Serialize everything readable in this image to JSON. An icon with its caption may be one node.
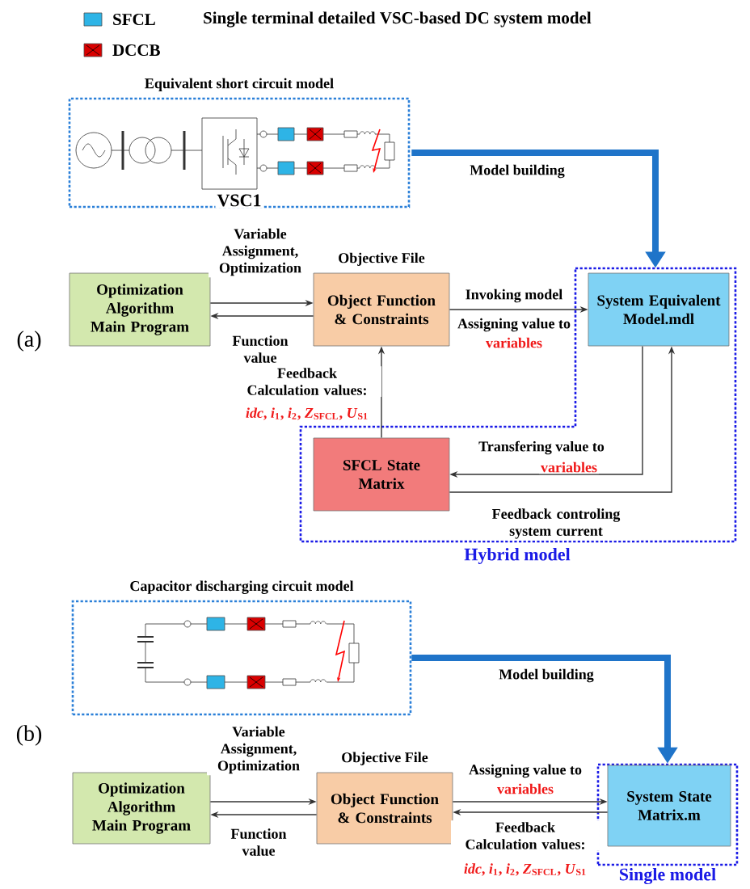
{
  "diagram": {
    "title": "Single terminal detailed VSC-based DC system model",
    "nodes": [
      {
        "text": [
          "Equivalent short circuit model"
        ]
      },
      {
        "text": [
          "Hybrid model"
        ]
      },
      {
        "text": [
          "Optimization Algorithm Main Program"
        ]
      },
      {
        "text": [
          "Object Function & Constraints"
        ],
        "beside": [
          "Objective File"
        ]
      },
      {
        "text": [
          "System Equivalent Model.mdl"
        ],
        "in": 1
      },
      {
        "text": [
          "SFCL State Matrix"
        ],
        "in": 1
      },
      {
        "text": [
          "Capacitor discharging circuit model"
        ]
      },
      {
        "text": [
          "Single model"
        ]
      },
      {
        "text": [
          "Optimization Algorithm Main Program"
        ]
      },
      {
        "text": [
          "Object Function & Constraints"
        ],
        "beside": [
          "Objective File"
        ]
      },
      {
        "text": [
          "System State Matrix.m"
        ],
        "in": 7
      }
    ],
    "edges": [
      {
        "from": 0,
        "to": 1,
        "arrow": "to",
        "label": "Model building",
        "style": "thick",
        "color": "#1f74c9"
      },
      {
        "from": 2,
        "to": 3,
        "arrow": "to",
        "label": "Variable Assignment, Optimization"
      },
      {
        "from": 3,
        "to": 2,
        "arrow": "to",
        "label": "Function value"
      },
      {
        "from": 3,
        "to": 4,
        "arrow": "to",
        "label": "Invoking model"
      },
      {
        "from": 5,
        "to": 3,
        "arrow": "to",
        "label": "Feedback Calculation values:"
      },
      {
        "from": 4,
        "to": 5,
        "arrow": "to",
        "label": "Transfering value to"
      },
      {
        "from": 5,
        "to": 4,
        "arrow": "to",
        "label": "Feedback controling system current"
      },
      {
        "from": 6,
        "to": 7,
        "arrow": "to",
        "label": "Model building",
        "style": "thick",
        "color": "#1f74c9"
      },
      {
        "from": 8,
        "to": 9,
        "arrow": "to",
        "label": "Variable Assignment, Optimization"
      },
      {
        "from": 9,
        "to": 8,
        "arrow": "to",
        "label": "Function value"
      },
      {
        "from": 9,
        "to": 10,
        "arrow": "to",
        "label": "Assigning value to"
      },
      {
        "from": 10,
        "to": 9,
        "arrow": "to",
        "label": "Feedback Calculation values:"
      }
    ],
    "labels": [
      "VSC1",
      "(a)",
      "Assigning value to",
      "variables",
      "*idc*, *i*$_{1}$, *i*$_{2}$, *Z*$_{SFCL}$, *U*$_{S1}$",
      "variables",
      "(b)",
      "variables",
      "*idc*, *i*$_{1}$, *i*$_{2}$, *Z*$_{SFCL}$, *U*$_{S1}$"
    ],
    "legend": [
      {
        "text": "SFCL",
        "color": "#2eb4e6"
      },
      {
        "text": "DCCB"
      }
    ]
  }
}
